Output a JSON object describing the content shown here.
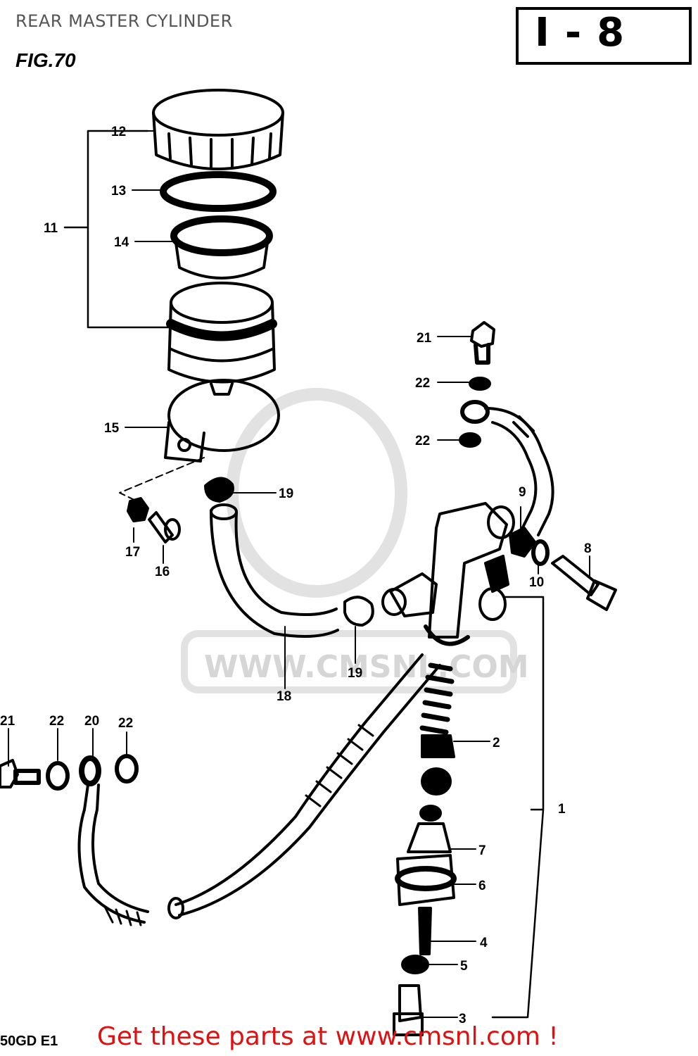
{
  "header": {
    "title": "REAR MASTER CYLINDER",
    "figure": "FIG.70",
    "section_code": "I-8"
  },
  "diagram": {
    "callouts": {
      "c1": "1",
      "c2": "2",
      "c3": "3",
      "c4": "4",
      "c5": "5",
      "c6": "6",
      "c7": "7",
      "c8": "8",
      "c9": "9",
      "c10": "10",
      "c11": "11",
      "c12": "12",
      "c13": "13",
      "c14": "14",
      "c15": "15",
      "c16": "16",
      "c17": "17",
      "c18": "18",
      "c19a": "19",
      "c19b": "19",
      "c20": "20",
      "c21a": "21",
      "c21b": "21",
      "c22a": "22",
      "c22b": "22",
      "c22c": "22",
      "c22d": "22"
    },
    "watermark": "WWW.CMSNL.COM",
    "model_code": "50GD E1"
  },
  "footer": {
    "cta": "Get these parts at www.cmsnl.com !"
  }
}
